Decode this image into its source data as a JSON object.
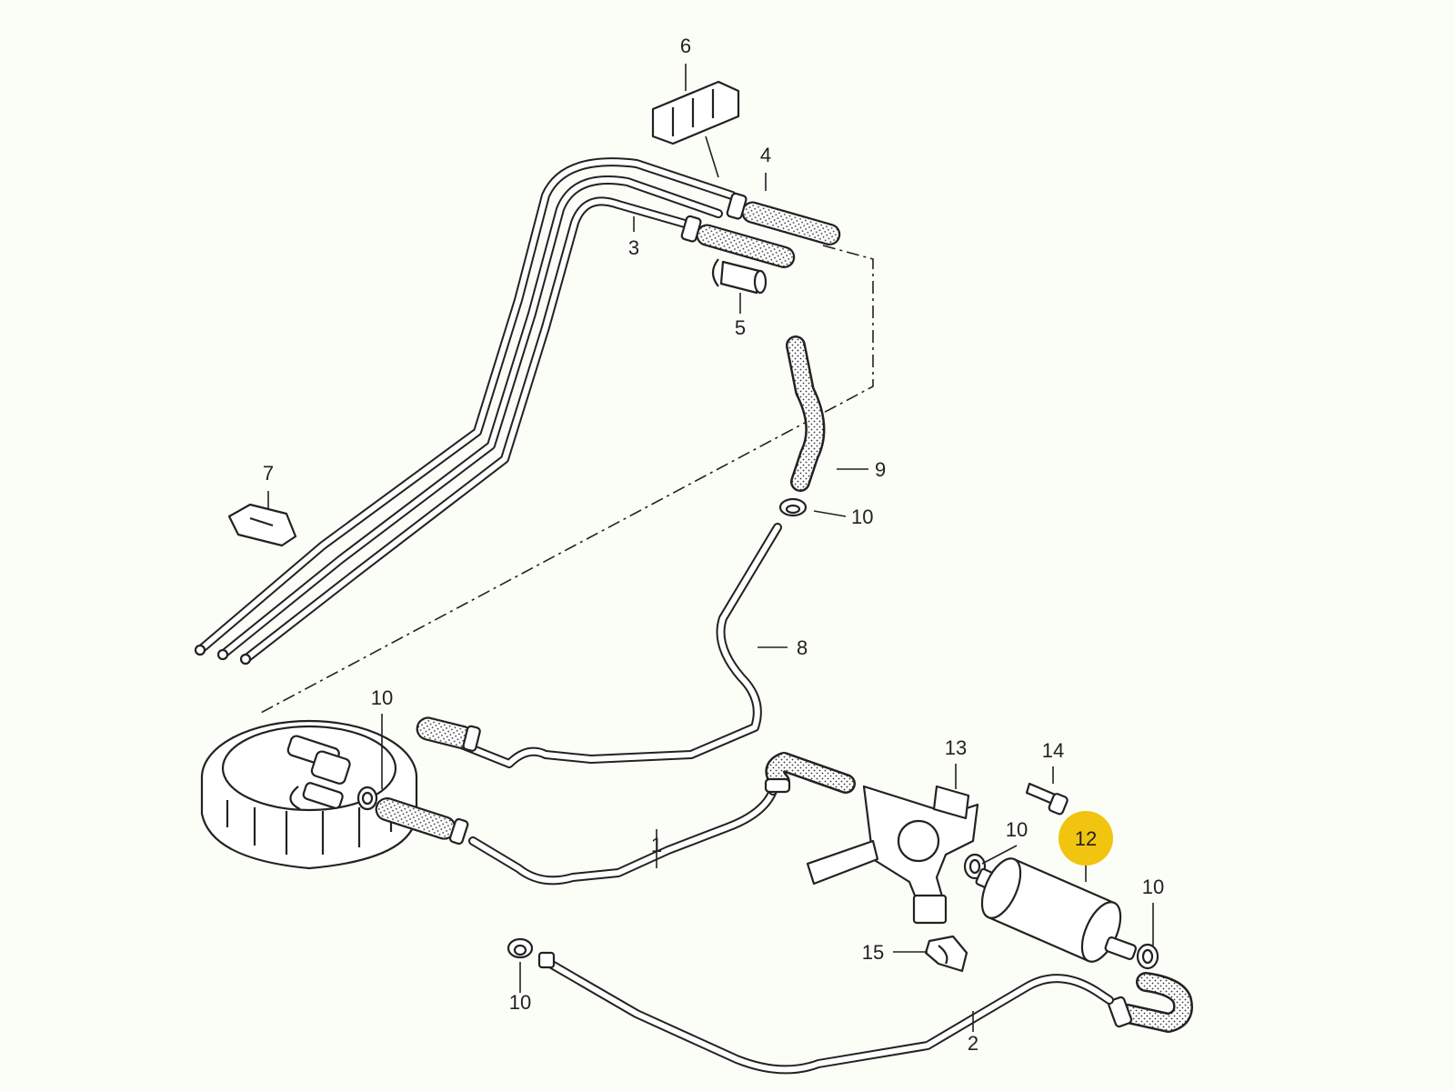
{
  "highlight_color": "#f1c40f",
  "callouts": {
    "p1": "1",
    "p2": "2",
    "p3": "3",
    "p4": "4",
    "p5": "5",
    "p6": "6",
    "p7": "7",
    "p8": "8",
    "p9": "9",
    "p10a": "10",
    "p10b": "10",
    "p10c": "10",
    "p10d": "10",
    "p10e": "10",
    "p12": "12",
    "p13": "13",
    "p14": "14",
    "p15": "15"
  },
  "highlighted": "p12"
}
